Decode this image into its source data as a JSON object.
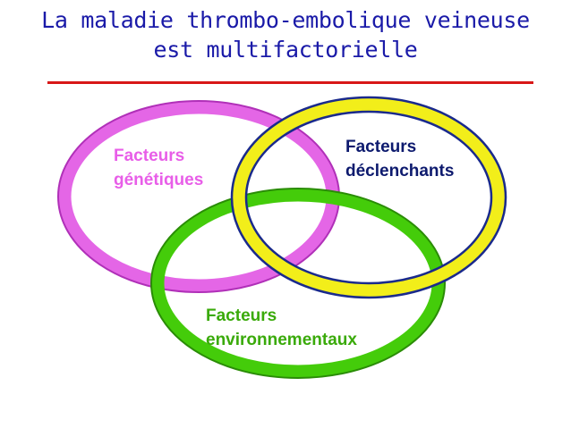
{
  "title": {
    "line1": "La maladie thrombo-embolique veineuse",
    "line2": "est multifactorielle"
  },
  "colors": {
    "title": "#1a1aa8",
    "rule": "#d81818",
    "genetic_ring": "#e466e6",
    "genetic_ring_dark": "#b030b8",
    "trigger_ring": "#f2ee1a",
    "trigger_ring_outline": "#1a2a8c",
    "environment_ring": "#44cc0a",
    "environment_ring_dark": "#2a8c06",
    "genetic_text": "#e85ee8",
    "trigger_text": "#0d1a6e",
    "environment_text": "#3aaa0a"
  },
  "diagram": {
    "genetic": {
      "line1": "Facteurs",
      "line2": "génétiques"
    },
    "trigger": {
      "line1": "Facteurs",
      "line2": "déclenchants"
    },
    "environment": {
      "line1": "Facteurs",
      "line2": "environnementaux"
    }
  }
}
